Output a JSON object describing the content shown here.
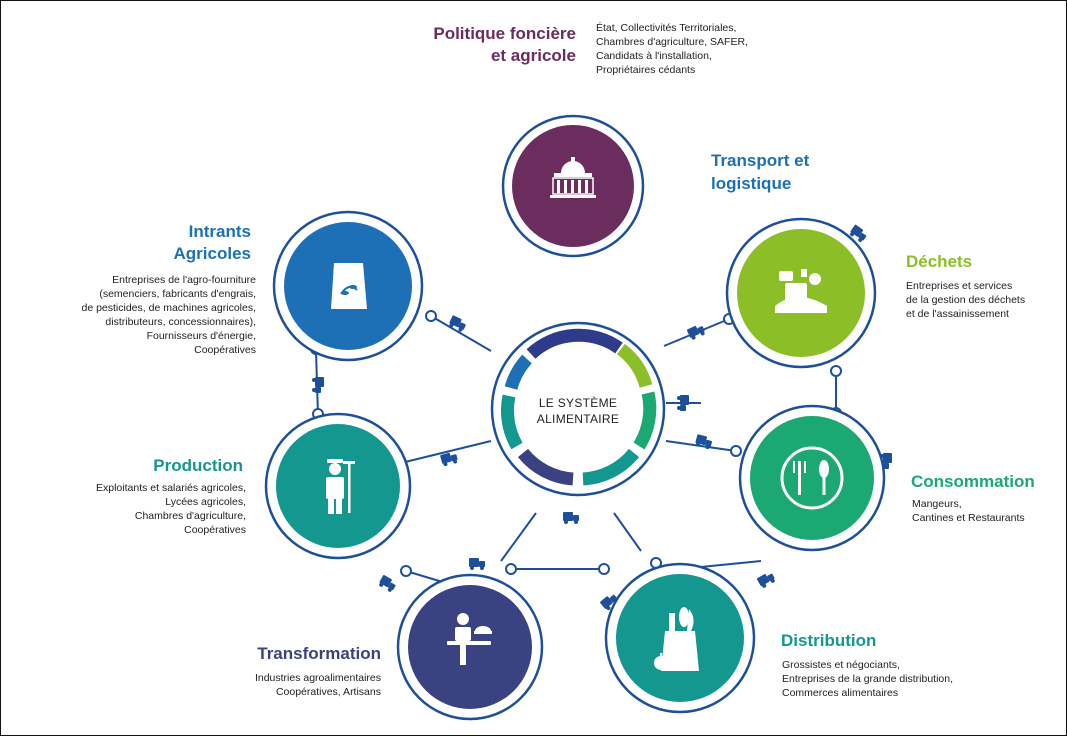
{
  "center": {
    "line1": "LE SYSTÈME",
    "line2": "ALIMENTAIRE"
  },
  "colors": {
    "purple": "#6b2c5e",
    "blue": "#1d6fb6",
    "lime": "#8cbf27",
    "green": "#1ba872",
    "teal": "#14978f",
    "indigo": "#3b4282",
    "navy": "#2e3a8a",
    "link": "#1e4f9b"
  },
  "nodes": {
    "politique": {
      "title_1": "Politique foncière",
      "title_2": "et agricole",
      "lines": [
        "État, Collectivités Territoriales,",
        "Chambres d'agriculture, SAFER,",
        "Candidats à l'installation,",
        "Propriétaires cédants"
      ],
      "icon": "capitol-building-icon"
    },
    "transport": {
      "title_1": "Transport et",
      "title_2": "logistique"
    },
    "intrants": {
      "title_1": "Intrants",
      "title_2": "Agricoles",
      "lines": [
        "Entreprises de l'agro-fourniture",
        "(semenciers, fabricants d'engrais,",
        "de pesticides, de machines agricoles,",
        "distributeurs, concessionnaires),",
        "Fournisseurs d'énergie,",
        "Coopératives"
      ],
      "icon": "seed-bag-icon"
    },
    "dechets": {
      "title_1": "Déchets",
      "lines": [
        "Entreprises et services",
        "de la gestion des déchets",
        "et de l'assainissement"
      ],
      "icon": "waste-recycling-icon"
    },
    "production": {
      "title_1": "Production",
      "lines": [
        "Exploitants et salariés agricoles,",
        "Lycées agricoles,",
        "Chambres d'agriculture,",
        "Coopératives"
      ],
      "icon": "farmer-icon"
    },
    "consommation": {
      "title_1": "Consommation",
      "lines": [
        "Mangeurs,",
        "Cantines et Restaurants"
      ],
      "icon": "plate-cutlery-icon"
    },
    "transformation": {
      "title_1": "Transformation",
      "lines": [
        "Industries agroalimentaires",
        "Coopératives, Artisans"
      ],
      "icon": "cook-icon"
    },
    "distribution": {
      "title_1": "Distribution",
      "lines": [
        "Grossistes et négociants,",
        "Entreprises de la grande distribution,",
        "Commerces alimentaires"
      ],
      "icon": "grocery-bag-icon"
    }
  }
}
